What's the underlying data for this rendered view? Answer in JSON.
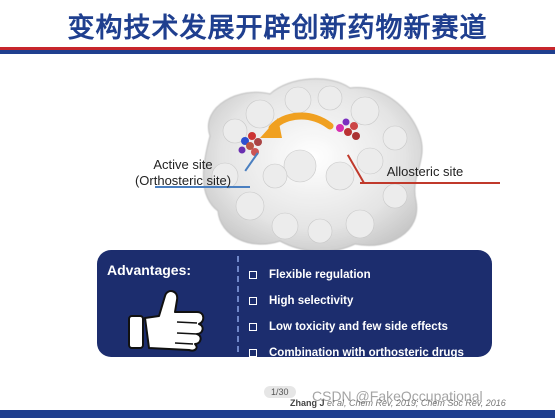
{
  "slide": {
    "title": "变构技术发展开辟创新药物新赛道",
    "page_indicator": "1/30",
    "reference_author": "Zhang J",
    "reference_text": "et al, Chem Rev, 2019; Chem Soc Rev, 2016",
    "watermark": "CSDN @FakeOccupational"
  },
  "figure": {
    "active_site_label_line1": "Active site",
    "active_site_label_line2": "(Orthosteric site)",
    "allosteric_site_label": "Allosteric site",
    "colors": {
      "active_pointer": "#4a7fc0",
      "allosteric_pointer": "#c0392b",
      "arrow": "#f0a020"
    }
  },
  "advantages": {
    "heading": "Advantages:",
    "items": [
      "Flexible regulation",
      "High selectivity",
      "Low toxicity and few  side effects",
      "Combination with orthosteric drugs"
    ]
  }
}
